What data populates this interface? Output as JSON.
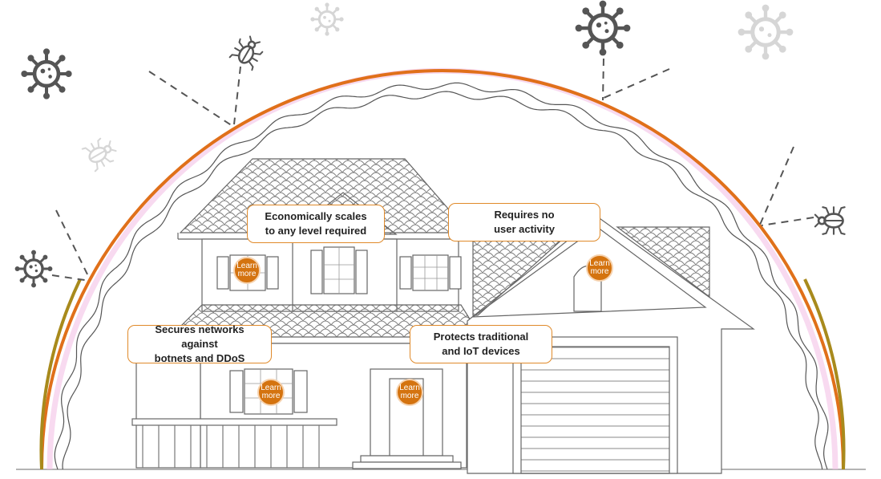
{
  "colors": {
    "dome_outer": "#e0701a",
    "dome_lower": "#a88a1c",
    "dome_glow": "#f3c2e6",
    "callout_border": "#e08a2a",
    "learn_button": "#d4730f",
    "line": "#555555",
    "virus_dark": "#555555",
    "virus_light": "#d6d6d6"
  },
  "callouts": [
    {
      "id": "economy",
      "text": "Economically scales\nto any level required"
    },
    {
      "id": "activity",
      "text": "Requires no\nuser activity"
    },
    {
      "id": "botnets",
      "text": "Secures networks against\nbotnets and DDoS"
    },
    {
      "id": "devices",
      "text": "Protects traditional\nand IoT devices"
    }
  ],
  "learn_more_label": "Learn\nmore",
  "icons": [
    "virus-icon",
    "bug-icon"
  ]
}
